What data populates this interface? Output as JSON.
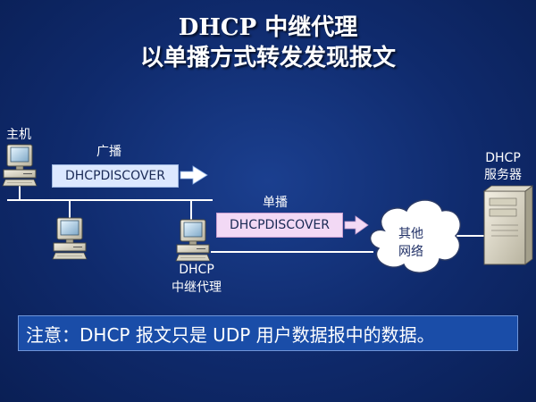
{
  "title": {
    "line1": "DHCP 中继代理",
    "line2": "以单播方式转发发现报文"
  },
  "labels": {
    "host": "主机",
    "broadcast": "广播",
    "unicast": "单播",
    "relay_line1": "DHCP",
    "relay_line2": "中继代理",
    "server_line1": "DHCP",
    "server_line2": "服务器",
    "cloud_line1": "其他",
    "cloud_line2": "网络"
  },
  "packets": {
    "broadcast_packet": "DHCPDISCOVER",
    "unicast_packet": "DHCPDISCOVER"
  },
  "note": "注意：DHCP 报文只是 UDP 用户数据报中的数据。",
  "colors": {
    "background": "#0f2a6c",
    "broadcast_packet_bg": "#dce8ff",
    "unicast_packet_bg": "#f2d9f5",
    "note_bg": "#1a4da8"
  },
  "icons": [
    "computer-icon",
    "server-icon",
    "cloud-icon",
    "arrow-right-icon"
  ]
}
